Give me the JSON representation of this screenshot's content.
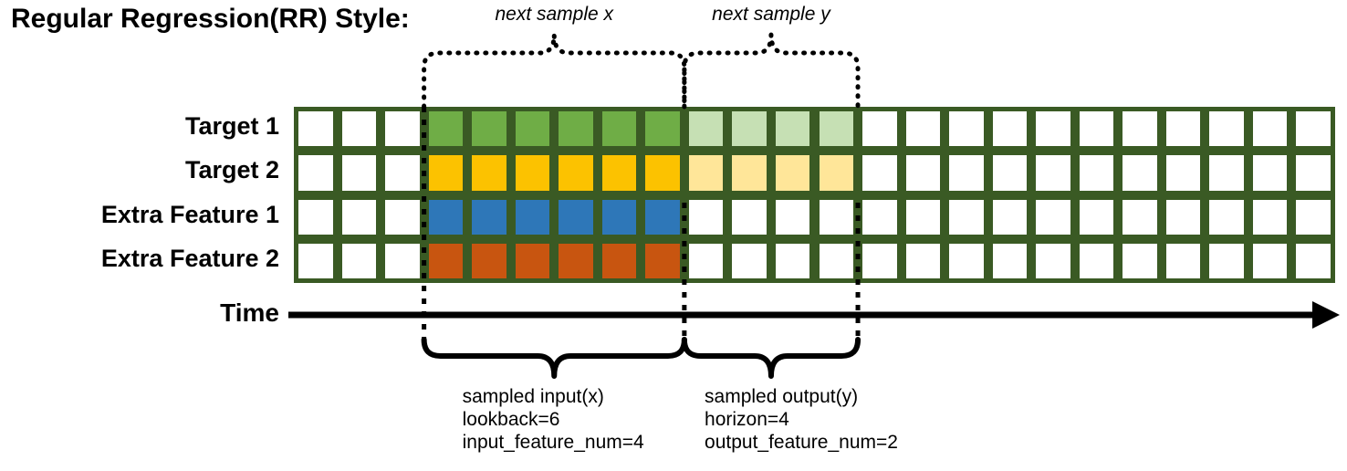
{
  "title": "Regular Regression(RR) Style:",
  "row_labels": [
    {
      "name": "target-1",
      "label": "Target 1"
    },
    {
      "name": "target-2",
      "label": "Target 2"
    },
    {
      "name": "extra-feature-1",
      "label": "Extra Feature 1"
    },
    {
      "name": "extra-feature-2",
      "label": "Extra Feature 2"
    }
  ],
  "time_axis": {
    "label": "Time"
  },
  "top_annotations": [
    {
      "name": "next-sample-x",
      "label": "next sample x"
    },
    {
      "name": "next-sample-y",
      "label": "next sample y"
    }
  ],
  "bottom_annotations": [
    {
      "name": "sampled-input",
      "line1": "sampled input(x)",
      "line2": "lookback=6",
      "line3": "input_feature_num=4"
    },
    {
      "name": "sampled-output",
      "line1": "sampled output(y)",
      "line2": "horizon=4",
      "line3": "output_feature_num=2"
    }
  ],
  "chart_data": {
    "type": "heatmap",
    "title": "Regular Regression(RR) Style:",
    "columns": 24,
    "rows": 4,
    "row_names": [
      "Target 1",
      "Target 2",
      "Extra Feature 1",
      "Extra Feature 2"
    ],
    "input_start_col": 3,
    "lookback": 6,
    "horizon": 4,
    "input_feature_num": 4,
    "output_feature_num": 2,
    "grid": true,
    "cell_fills": [
      [
        "#ffffff",
        "#ffffff",
        "#ffffff",
        "#6FAD46",
        "#6FAD46",
        "#6FAD46",
        "#6FAD46",
        "#6FAD46",
        "#6FAD46",
        "#C6E0B4",
        "#C6E0B4",
        "#C6E0B4",
        "#C6E0B4",
        "#ffffff",
        "#ffffff",
        "#ffffff",
        "#ffffff",
        "#ffffff",
        "#ffffff",
        "#ffffff",
        "#ffffff",
        "#ffffff",
        "#ffffff",
        "#ffffff"
      ],
      [
        "#ffffff",
        "#ffffff",
        "#ffffff",
        "#FCC200",
        "#FCC200",
        "#FCC200",
        "#FCC200",
        "#FCC200",
        "#FCC200",
        "#FFE699",
        "#FFE699",
        "#FFE699",
        "#FFE699",
        "#ffffff",
        "#ffffff",
        "#ffffff",
        "#ffffff",
        "#ffffff",
        "#ffffff",
        "#ffffff",
        "#ffffff",
        "#ffffff",
        "#ffffff",
        "#ffffff"
      ],
      [
        "#ffffff",
        "#ffffff",
        "#ffffff",
        "#2E77B8",
        "#2E77B8",
        "#2E77B8",
        "#2E77B8",
        "#2E77B8",
        "#2E77B8",
        "#ffffff",
        "#ffffff",
        "#ffffff",
        "#ffffff",
        "#ffffff",
        "#ffffff",
        "#ffffff",
        "#ffffff",
        "#ffffff",
        "#ffffff",
        "#ffffff",
        "#ffffff",
        "#ffffff",
        "#ffffff",
        "#ffffff"
      ],
      [
        "#ffffff",
        "#ffffff",
        "#ffffff",
        "#C85510",
        "#C85510",
        "#C85510",
        "#C85510",
        "#C85510",
        "#C85510",
        "#ffffff",
        "#ffffff",
        "#ffffff",
        "#ffffff",
        "#ffffff",
        "#ffffff",
        "#ffffff",
        "#ffffff",
        "#ffffff",
        "#ffffff",
        "#ffffff",
        "#ffffff",
        "#ffffff",
        "#ffffff",
        "#ffffff"
      ]
    ]
  },
  "colors": {
    "grid_border": "#3A5A24",
    "target1": "#6FAD46",
    "target1_light": "#C6E0B4",
    "target2": "#FCC200",
    "target2_light": "#FFE699",
    "extra1": "#2E77B8",
    "extra2": "#C85510",
    "ink": "#000000"
  }
}
